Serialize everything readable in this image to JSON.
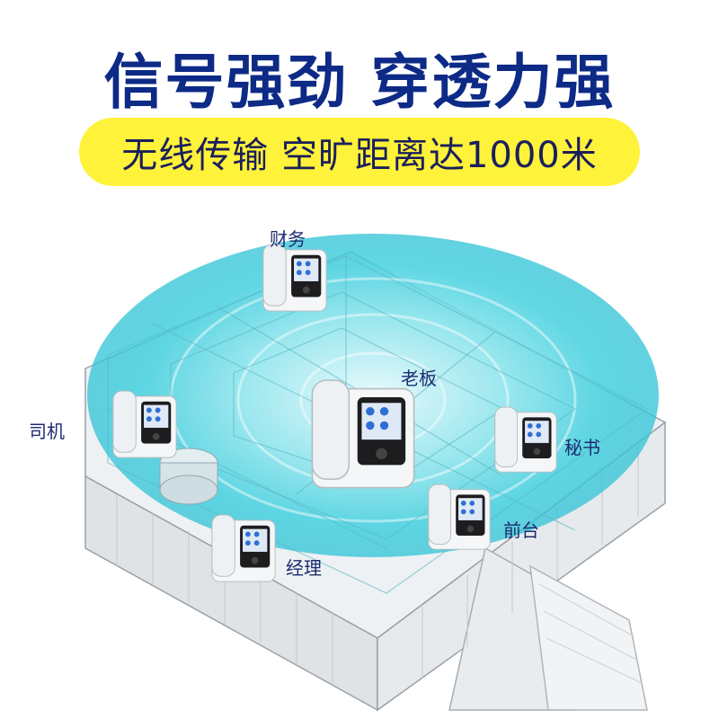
{
  "headline": "信号强劲  穿透力强",
  "subheadline": "无线传输  空旷距离达1000米",
  "colors": {
    "headline": "#0d2a86",
    "pill": "#fff23a",
    "signal": "#3fd2e0",
    "label": "#1c2b6e"
  },
  "stations": {
    "finance": "财务",
    "driver": "司机",
    "boss": "老板",
    "secretary": "秘书",
    "reception": "前台",
    "manager": "经理"
  },
  "icons": [
    "intercom-phone-icon"
  ]
}
